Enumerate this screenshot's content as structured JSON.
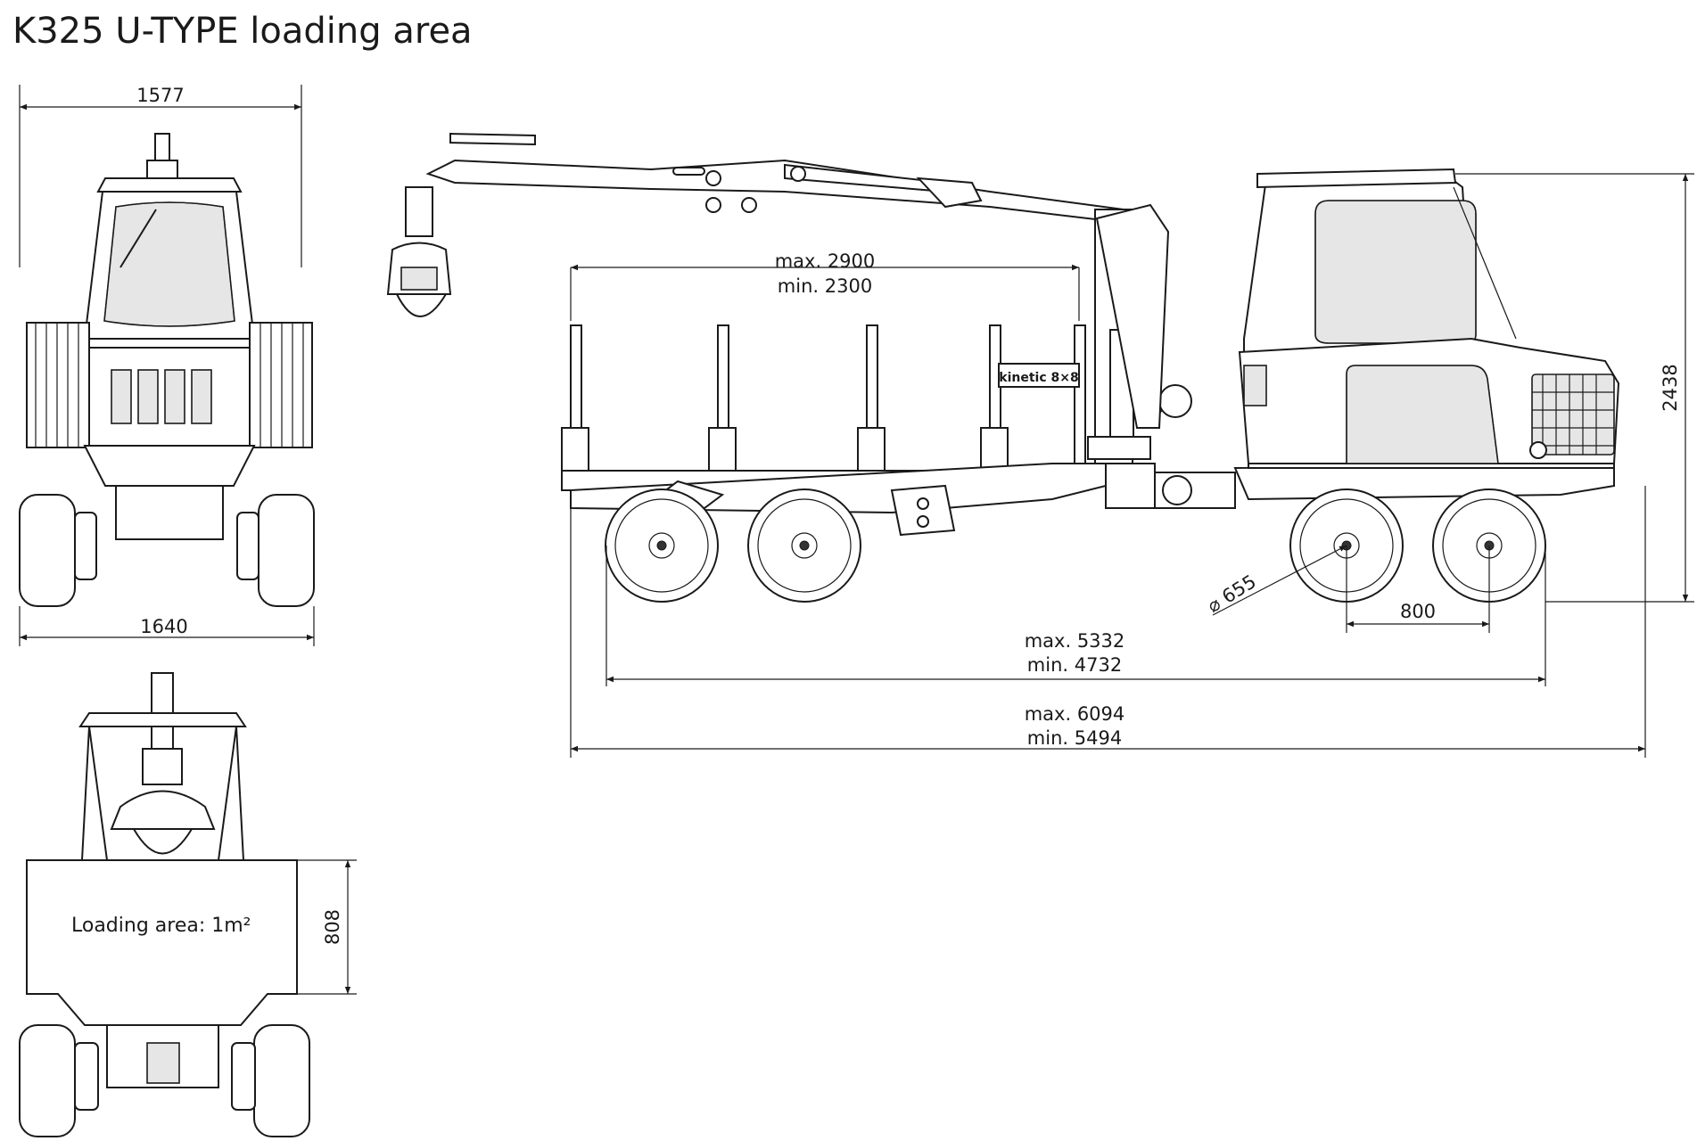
{
  "title": "K325 U-TYPE loading area",
  "front_view": {
    "width_top": "1577",
    "width_bottom": "1640"
  },
  "rear_view": {
    "loading_area_label": "Loading area: 1m²",
    "bunk_height": "808"
  },
  "side_view": {
    "boom_max": "max. 2900",
    "boom_min": "min. 2300",
    "total_height": "2438",
    "wheel_diameter": "⌀ 655",
    "bogie_spacing": "800",
    "wheelbase_max": "max. 5332",
    "wheelbase_min": "min. 4732",
    "length_max": "max. 6094",
    "length_min": "min. 5494",
    "brand_plate": "kinetic 8×8"
  }
}
